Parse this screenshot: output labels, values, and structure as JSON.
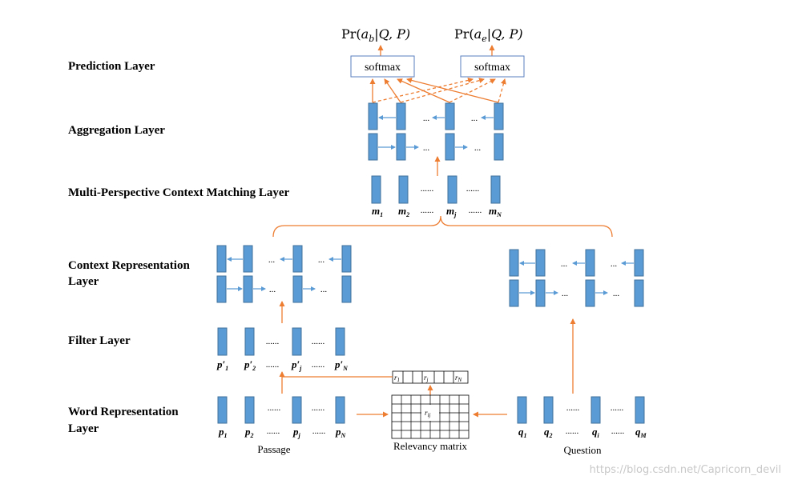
{
  "layers": {
    "prediction": "Prediction Layer",
    "aggregation": "Aggregation Layer",
    "matching": "Multi-Perspective  Context Matching Layer",
    "context_line1": "Context Representation",
    "context_line2": "Layer",
    "filter": "Filter Layer",
    "word_line1": "Word Representation",
    "word_line2": "Layer"
  },
  "outputs": {
    "begin_prefix": "Pr(",
    "begin_var": "a",
    "begin_sub": "b",
    "begin_suffix": "|Q, P)",
    "end_prefix": "Pr(",
    "end_var": "a",
    "end_sub": "e",
    "end_suffix": "|Q, P)"
  },
  "softmax_label": "softmax",
  "dots_short": "...",
  "dots_long": "......",
  "matching_vectors": [
    {
      "base": "m",
      "sub": "1"
    },
    {
      "base": "m",
      "sub": "2"
    },
    {
      "base": "m",
      "sub": "j"
    },
    {
      "base": "m",
      "sub": "N"
    }
  ],
  "filter_vectors": [
    {
      "base": "p′",
      "sub": "1"
    },
    {
      "base": "p′",
      "sub": "2"
    },
    {
      "base": "p′",
      "sub": "j"
    },
    {
      "base": "p′",
      "sub": "N"
    }
  ],
  "passage_vectors": [
    {
      "base": "p",
      "sub": "1"
    },
    {
      "base": "p",
      "sub": "2"
    },
    {
      "base": "p",
      "sub": "j"
    },
    {
      "base": "p",
      "sub": "N"
    }
  ],
  "question_vectors": [
    {
      "base": "q",
      "sub": "1"
    },
    {
      "base": "q",
      "sub": "2"
    },
    {
      "base": "q",
      "sub": "i"
    },
    {
      "base": "q",
      "sub": "M"
    }
  ],
  "relevancy_cells": [
    {
      "base": "r",
      "sub": "1"
    },
    {
      "base": "r",
      "sub": "j"
    },
    {
      "base": "r",
      "sub": "N"
    }
  ],
  "matrix_cell": {
    "base": "r",
    "sub": "ij"
  },
  "captions": {
    "passage": "Passage",
    "relevancy": "Relevancy matrix",
    "question": "Question"
  },
  "watermark": "https://blog.csdn.net/Capricorn_devil",
  "colors": {
    "bar_fill": "#5b9bd5",
    "bar_stroke": "#41719c",
    "arrow_orange": "#ed7d31",
    "arrow_blue": "#5b9bd5",
    "softmax_border": "#5b7fbf"
  }
}
